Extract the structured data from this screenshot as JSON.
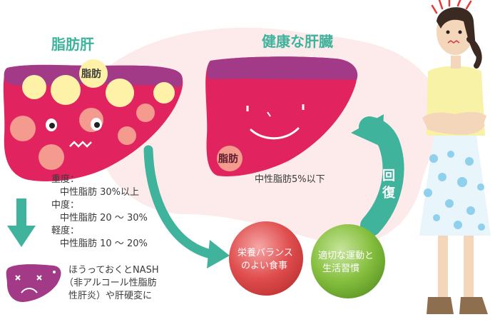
{
  "titles": {
    "fatty_liver": "脂肪肝",
    "healthy_liver": "健康な肝臓"
  },
  "fatty_liver": {
    "fat_tag": "脂肪"
  },
  "healthy_liver": {
    "fat_tag": "脂肪",
    "caption": "中性脂肪5%以下"
  },
  "severity": {
    "severe_label": "重度：",
    "severe_value": "中性脂肪 30%以上",
    "moderate_label": "中度：",
    "moderate_value": "中性脂肪 20 ～ 30%",
    "mild_label": "軽度：",
    "mild_value": "中性脂肪 10 ～ 20%"
  },
  "warning": {
    "line1": "ほうっておくとNASH",
    "line2": "（非アルコール性脂肪",
    "line3": "性肝炎）や肝硬変に"
  },
  "recovery": {
    "arrow_char1": "回",
    "arrow_char2": "復"
  },
  "bubbles": {
    "diet_line1": "栄養バランス",
    "diet_line2": "のよい食事",
    "exercise_line1": "適切な運動と",
    "exercise_line2": "生活習慣"
  },
  "colors": {
    "accent_green": "#3fb39c",
    "liver_magenta": "#e1245f",
    "liver_purple": "#a33a87",
    "fat_yellow": "#fdf2a8",
    "fat_peach": "#f49a8e",
    "bubble_red": "#e04e4e",
    "bubble_green": "#86bf3f",
    "pink_bg": "#fdeaea"
  }
}
